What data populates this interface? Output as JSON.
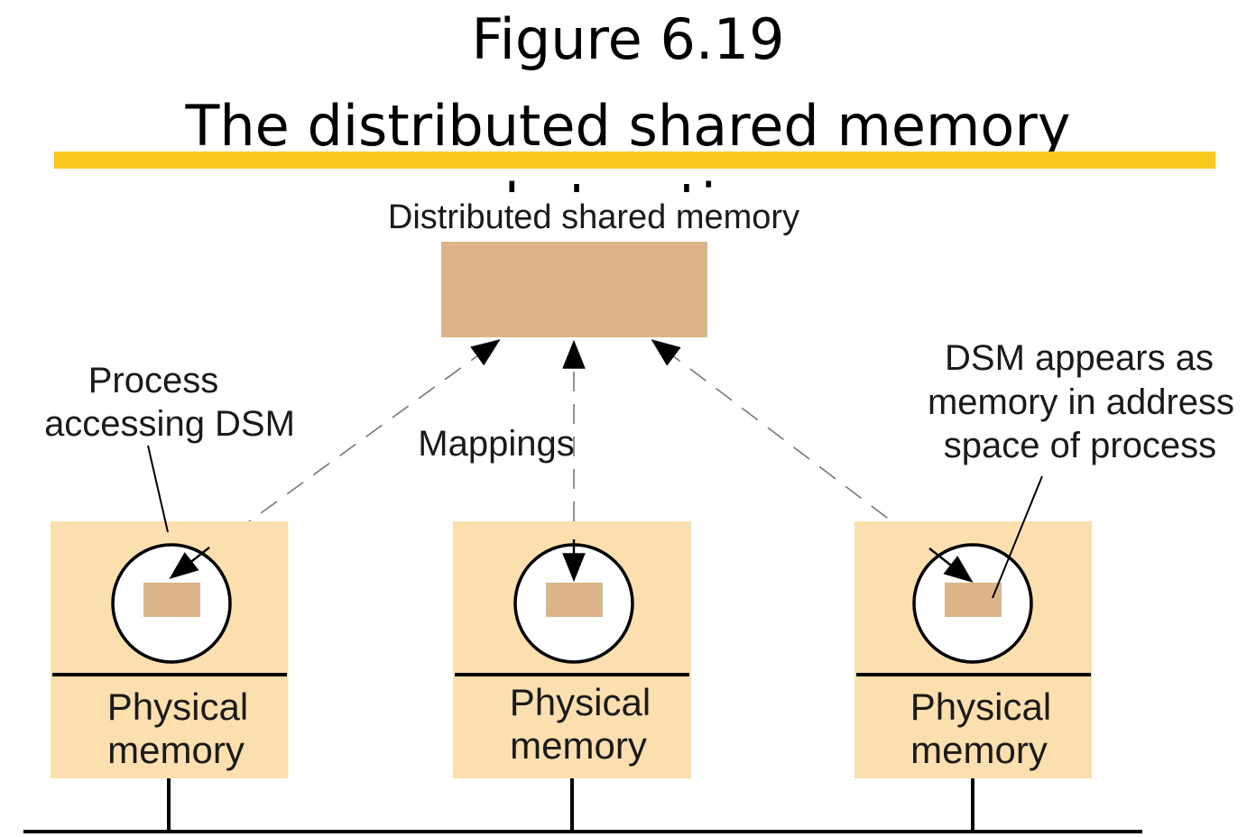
{
  "title": {
    "line1": "Figure 6.19",
    "line2": "The distributed shared memory",
    "line3": "abstraction"
  },
  "colors": {
    "accent_bar": "#f7c91e",
    "dsm_box": "#dbb589",
    "node_fill": "#fcdfae",
    "mapped_region": "#dbb589",
    "line": "#000000",
    "dashed": "#777777"
  },
  "diagram": {
    "dsm_label": "Distributed shared memory",
    "mappings_label": "Mappings",
    "process_label_line1": "Process",
    "process_label_line2": "accessing DSM",
    "dsm_appears_line1": "DSM appears as",
    "dsm_appears_line2": "memory in address",
    "dsm_appears_line3": "space of process",
    "nodes": [
      {
        "line1": "Physical",
        "line2": "memory"
      },
      {
        "line1": "Physical",
        "line2": "memory"
      },
      {
        "line1": "Physical",
        "line2": "memory"
      }
    ]
  }
}
